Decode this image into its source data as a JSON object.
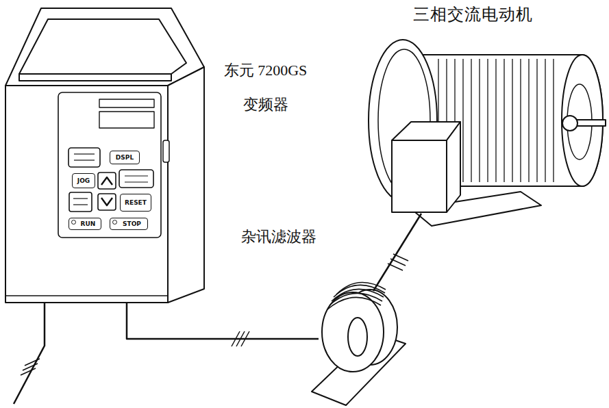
{
  "diagram": {
    "nodes": [
      {
        "text": [
          "东元 7200GS 变频器"
        ]
      },
      {
        "text": [
          "DSPL"
        ],
        "in": 0
      },
      {
        "text": [
          "JOG"
        ],
        "in": 0
      },
      {
        "text": [
          "RESET"
        ],
        "in": 0
      },
      {
        "text": [
          "RUN"
        ],
        "in": 0
      },
      {
        "text": [
          "STOP"
        ],
        "in": 0
      },
      {
        "text": [
          "杂讯滤波器"
        ]
      },
      {
        "text": [
          "三相交流电动机"
        ]
      }
    ],
    "edges": [
      {
        "from": 0,
        "to": 6,
        "arrow": "none"
      },
      {
        "from": 6,
        "to": 7,
        "arrow": "none"
      }
    ]
  }
}
